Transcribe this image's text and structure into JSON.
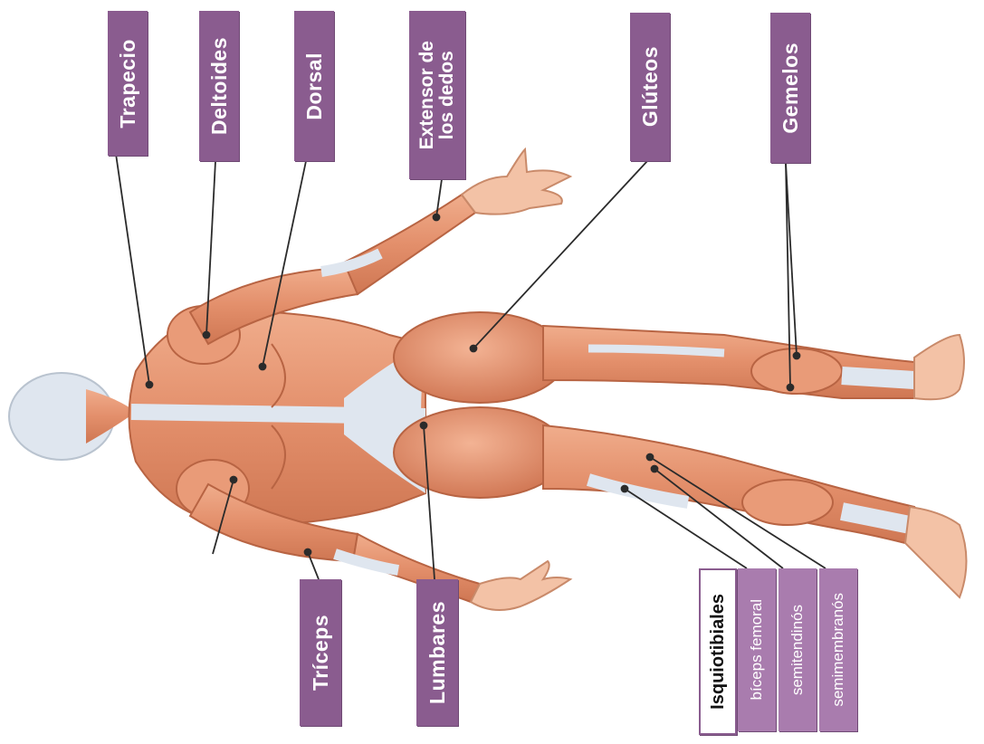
{
  "labels": {
    "trapecio": "Trapecio",
    "deltoides": "Deltoides",
    "dorsal": "Dorsal",
    "extensor_line1": "Extensor de",
    "extensor_line2": "los dedos",
    "gluteos": "Glúteos",
    "gemelos": "Gemelos",
    "triceps": "Tríceps",
    "lumbares": "Lumbares",
    "isquiotibiales": "Isquiotibiales",
    "biceps_femoral": "bíceps femoral",
    "semitendinoso": "semitendinós",
    "semimembranoso": "semimembranós"
  },
  "colors": {
    "label_bg": "#8a5c8f",
    "label_light_bg": "#a97cae",
    "muscle": "#e79a78",
    "muscle_shade": "#c9714e",
    "tendon": "#dfe6ef",
    "leader_line": "#2b2b2b"
  }
}
